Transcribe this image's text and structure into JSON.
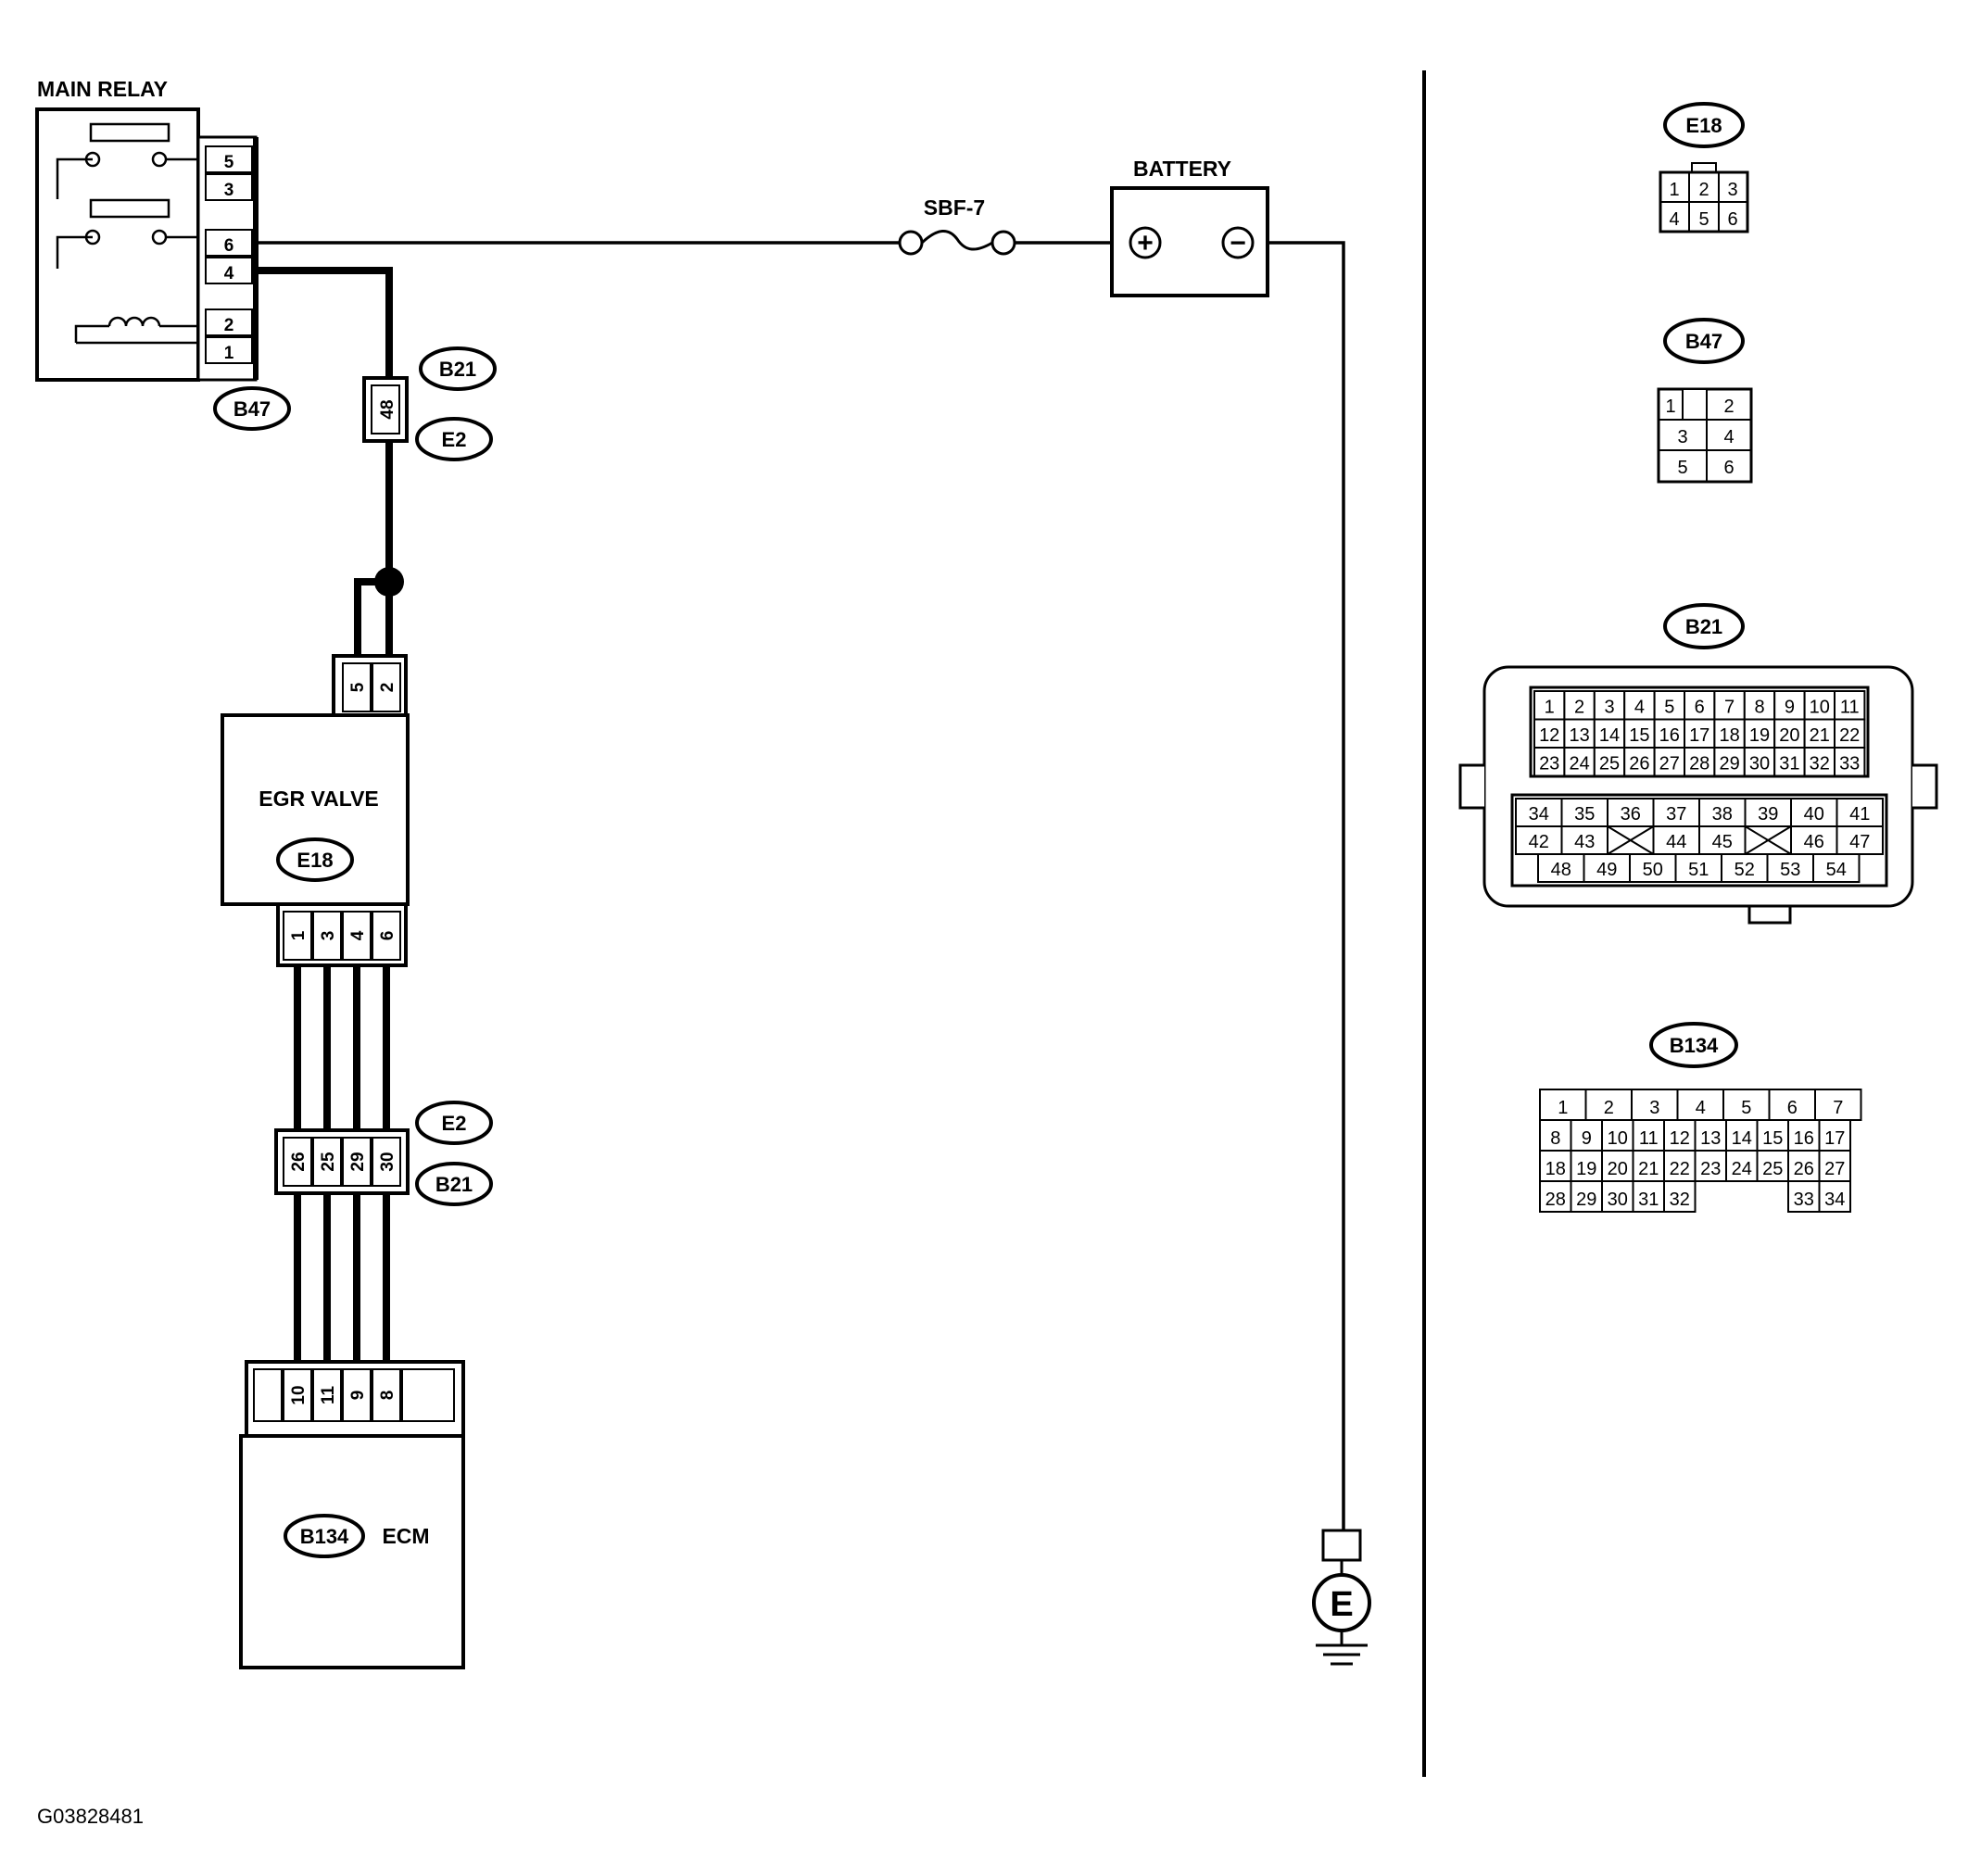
{
  "labels": {
    "main_relay": "MAIN RELAY",
    "battery": "BATTERY",
    "fuse": "SBF-7",
    "egr_valve": "EGR VALVE",
    "ecm": "ECM",
    "ground": "E",
    "figure_id": "G03828481",
    "battery_pos": "+",
    "battery_neg": "−"
  },
  "tags": {
    "relay_conn": "B47",
    "wire_upper_b21": "B21",
    "wire_upper_e2": "E2",
    "egr_conn": "E18",
    "wire_lower_e2": "E2",
    "wire_lower_b21": "B21",
    "ecm_conn": "B134"
  },
  "pins": {
    "relay": [
      "5",
      "3",
      "6",
      "4",
      "2",
      "1"
    ],
    "upper_splice": "48",
    "egr_top": [
      "5",
      "2"
    ],
    "egr_bottom": [
      "1",
      "3",
      "4",
      "6"
    ],
    "lower_splice": [
      "26",
      "25",
      "29",
      "30"
    ],
    "ecm": [
      "10",
      "11",
      "9",
      "8"
    ]
  },
  "connectors": {
    "e18": {
      "title": "E18",
      "rows": [
        [
          "1",
          "2",
          "3"
        ],
        [
          "4",
          "5",
          "6"
        ]
      ]
    },
    "b47": {
      "title": "B47",
      "rows": [
        [
          "1",
          "",
          "2"
        ],
        [
          "3",
          "4"
        ],
        [
          "5",
          "6"
        ]
      ]
    },
    "b21": {
      "title": "B21",
      "upper_rows": [
        [
          "1",
          "2",
          "3",
          "4",
          "5",
          "6",
          "7",
          "8",
          "9",
          "10",
          "11"
        ],
        [
          "12",
          "13",
          "14",
          "15",
          "16",
          "17",
          "18",
          "19",
          "20",
          "21",
          "22"
        ],
        [
          "23",
          "24",
          "25",
          "26",
          "27",
          "28",
          "29",
          "30",
          "31",
          "32",
          "33"
        ]
      ],
      "lower_rows": [
        [
          "34",
          "35",
          "36",
          "37",
          "38",
          "39",
          "40",
          "41"
        ],
        [
          "42",
          "43",
          "",
          "44",
          "45",
          "",
          "46",
          "47"
        ],
        [
          "48",
          "49",
          "50",
          "51",
          "52",
          "53",
          "54"
        ]
      ]
    },
    "b134": {
      "title": "B134",
      "rows": [
        [
          "1",
          "2",
          "3",
          "4",
          "5",
          "6",
          "7"
        ],
        [
          "8",
          "9",
          "10",
          "11",
          "12",
          "13",
          "14",
          "15",
          "16",
          "17"
        ],
        [
          "18",
          "19",
          "20",
          "21",
          "22",
          "23",
          "24",
          "25",
          "26",
          "27"
        ],
        [
          "28",
          "29",
          "30",
          "31",
          "32",
          "33",
          "34"
        ]
      ]
    }
  }
}
